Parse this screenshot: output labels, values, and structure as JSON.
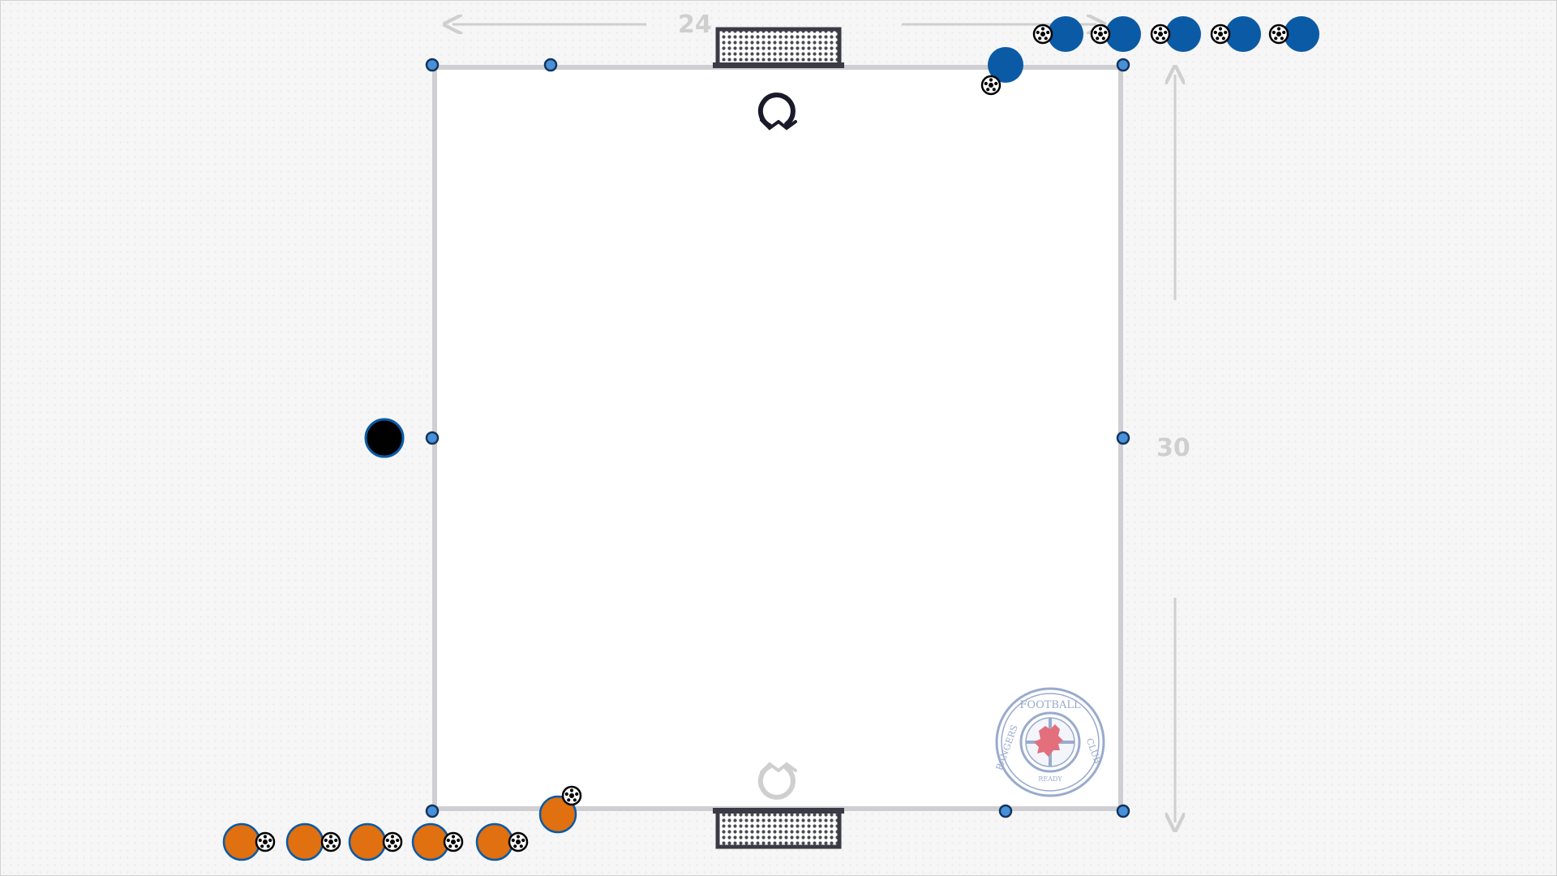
{
  "dimensions": {
    "width_label": "24",
    "length_label": "30"
  },
  "pitch": {
    "line_color": "#cfcfd3",
    "cone_color": "#4a90d9",
    "goal_color": "#3b3b45"
  },
  "teams": {
    "blue": {
      "color": "#0b5aa5",
      "queue_players": 5,
      "players_on_pitch": 1
    },
    "orange": {
      "color": "#e07010",
      "queue_players": 5,
      "players_on_pitch": 1
    }
  },
  "neutral_player": {
    "color": "#000000"
  },
  "rotation_icons": {
    "top": {
      "color": "#1a1a2a"
    },
    "bottom": {
      "color": "#cfcfcf"
    }
  },
  "crest": {
    "top_text": "FOOTBALL",
    "left_text": "RANGERS",
    "right_text": "CLUB",
    "bottom_text": "READY",
    "ring_color": "#8fa2c8",
    "emblem_color": "#e06070"
  }
}
